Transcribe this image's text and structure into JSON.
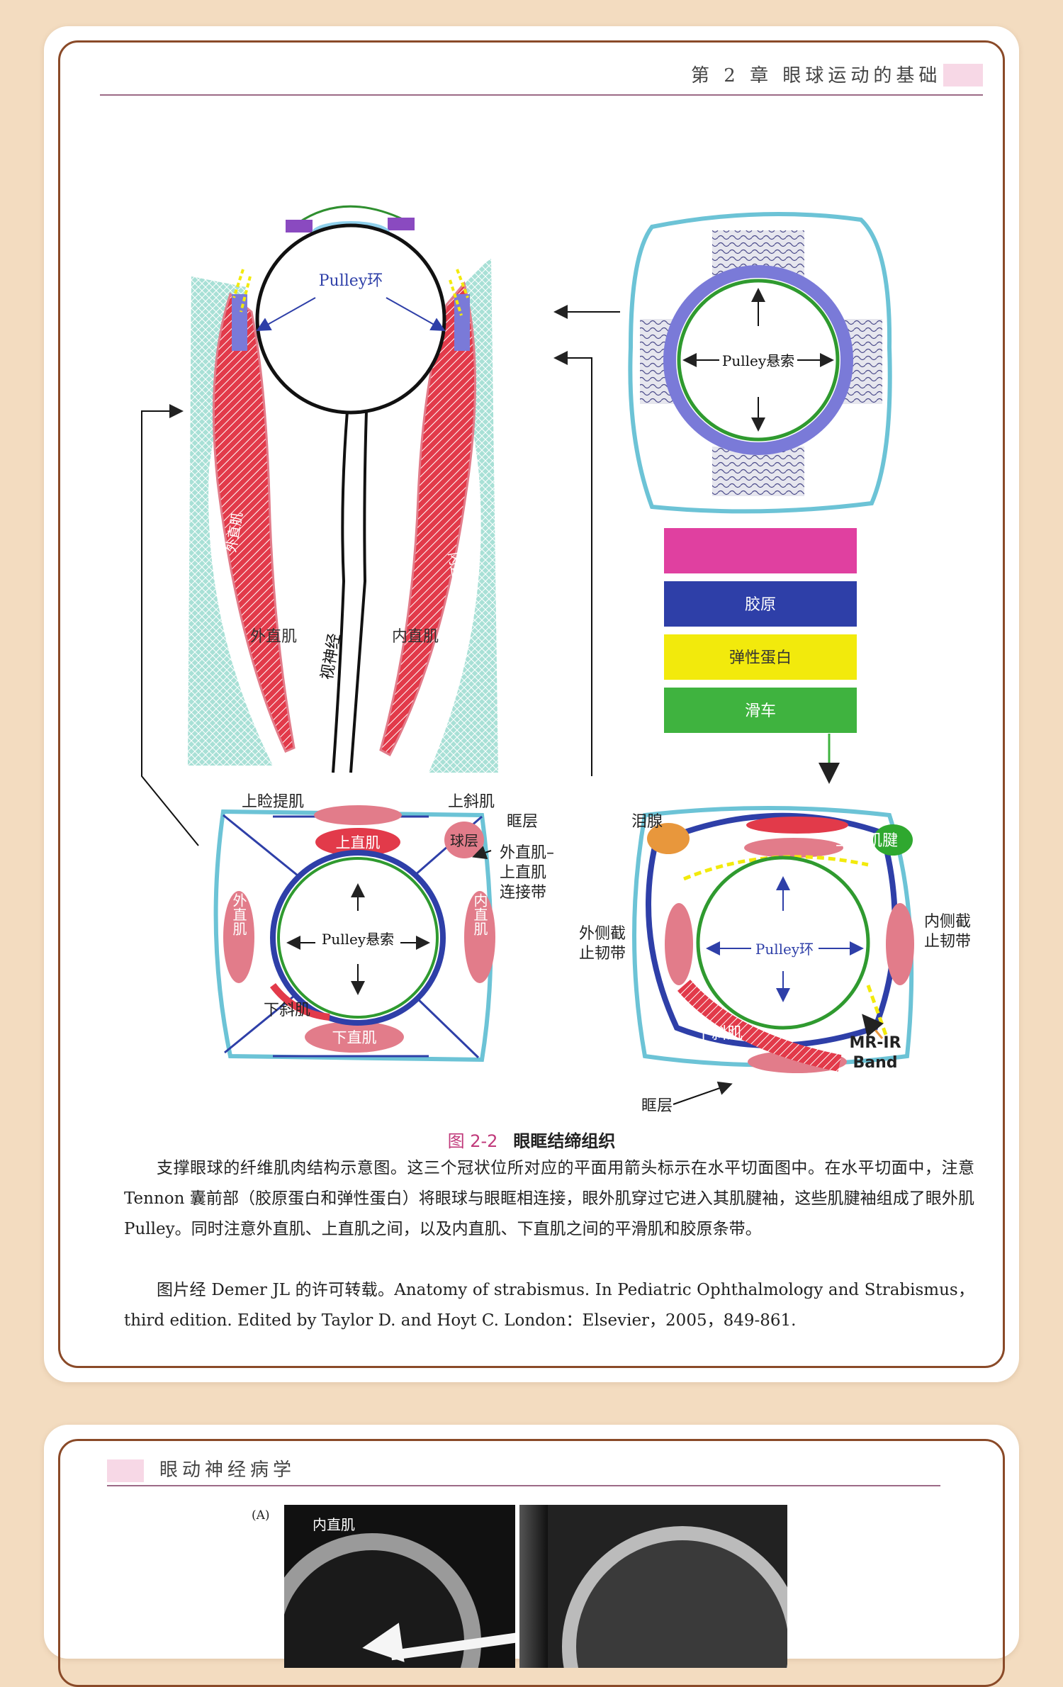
{
  "page1": {
    "running_head": "第 2 章   眼球运动的基础",
    "figure": {
      "labels": {
        "pulley_ring_top": "Pulley环",
        "pulley_sling_top_right": "Pulley悬索",
        "lateral_rectus_pulley": "外直肌",
        "lateral_rectus": "外直肌",
        "medial_rectus_pulley": "内直肌",
        "medial_rectus": "内直肌",
        "optic_nerve": "视神经",
        "levator": "上睑提肌",
        "superior_oblique": "上斜肌",
        "orbital_layer_1": "眶层",
        "globe_layer": "球层",
        "lr_sr_band_1": "外直肌–",
        "lr_sr_band_2": "上直肌",
        "lr_sr_band_3": "连接带",
        "superior_rectus": "上直肌",
        "inferior_rectus": "下直肌",
        "lateral_rectus_left": "外直肌",
        "medial_rectus_right": "内直肌",
        "inferior_oblique": "下斜肌",
        "pulley_sling_bottom_left": "Pulley悬索",
        "lacrimal_gland": "泪腺",
        "so_tendon": "上斜肌腱",
        "lateral_check_1": "外侧截",
        "lateral_check_2": "止韧带",
        "pulley_ring_bottom": "Pulley环",
        "medial_check_1": "内侧截",
        "medial_check_2": "止韧带",
        "inferior_oblique_br": "下斜肌",
        "mr_ir_band_1": "MR-IR",
        "mr_ir_band_2": "Band",
        "orbital_layer_2": "眶层"
      },
      "legend": [
        {
          "label": "",
          "color": "#e040a0"
        },
        {
          "label": "胶原",
          "color": "#2e3fa8"
        },
        {
          "label": "弹性蛋白",
          "color": "#f2ea0c"
        },
        {
          "label": "滑车",
          "color": "#3fb33f"
        }
      ]
    },
    "caption": {
      "number": "图 2-2",
      "title": "眼眶结缔组织",
      "para1": "支撑眼球的纤维肌肉结构示意图。这三个冠状位所对应的平面用箭头标示在水平切面图中。在水平切面中，注意 Tennon 囊前部（胶原蛋白和弹性蛋白）将眼球与眼眶相连接，眼外肌穿过它进入其肌腱袖，这些肌腱袖组成了眼外肌 Pulley。同时注意外直肌、上直肌之间，以及内直肌、下直肌之间的平滑肌和胶原条带。",
      "para2": "图片经 Demer JL 的许可转载。Anatomy of strabismus. In Pediatric Ophthalmology and Strabismus，third edition. Edited by Taylor D. and Hoyt C. London：Elsevier，2005，849-861."
    }
  },
  "page2": {
    "running_head": "眼动神经病学",
    "panel_label": "(A)",
    "photo_label": "内直肌"
  }
}
